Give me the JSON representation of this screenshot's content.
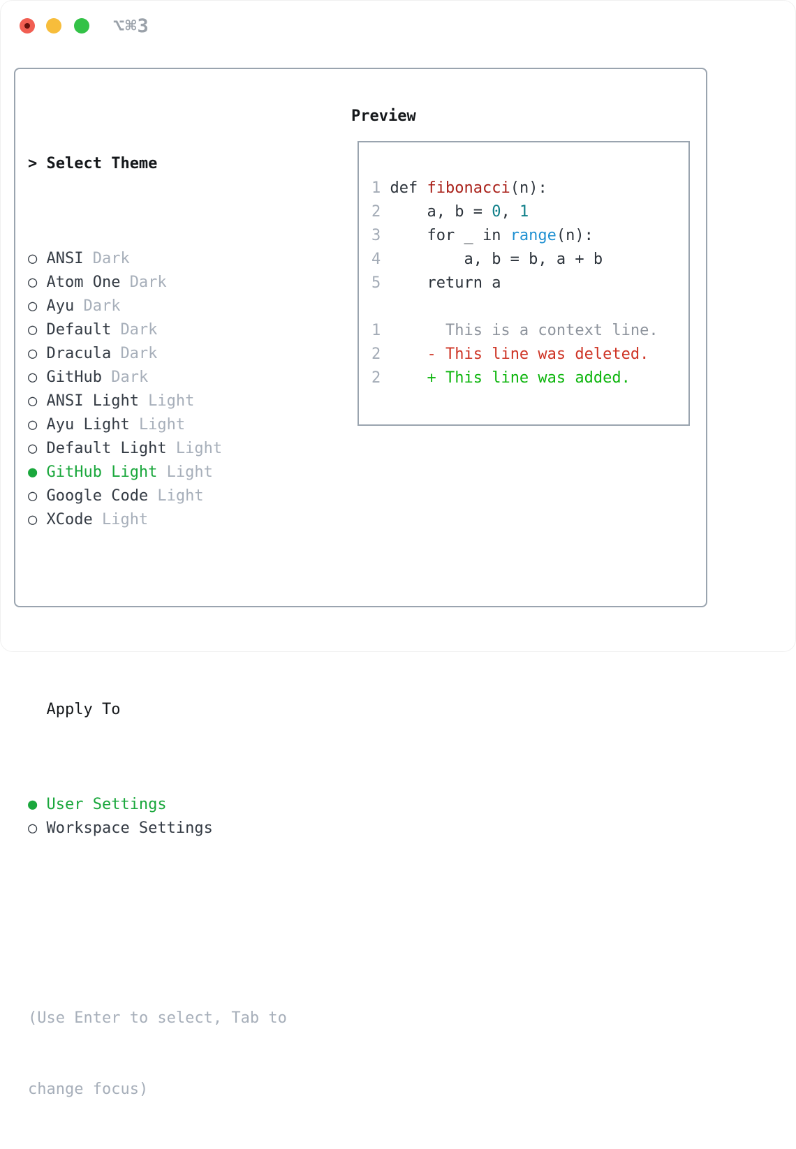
{
  "titlebar": {
    "title": "⌥⌘3"
  },
  "panel": {
    "radio_unselected": "○",
    "radio_selected": "●",
    "select_theme": {
      "cursor": ">",
      "heading": "Select Theme",
      "themes": [
        {
          "name": "ANSI",
          "variant": "Dark",
          "selected": false
        },
        {
          "name": "Atom One",
          "variant": "Dark",
          "selected": false
        },
        {
          "name": "Ayu",
          "variant": "Dark",
          "selected": false
        },
        {
          "name": "Default",
          "variant": "Dark",
          "selected": false
        },
        {
          "name": "Dracula",
          "variant": "Dark",
          "selected": false
        },
        {
          "name": "GitHub",
          "variant": "Dark",
          "selected": false
        },
        {
          "name": "ANSI Light",
          "variant": "Light",
          "selected": false
        },
        {
          "name": "Ayu Light",
          "variant": "Light",
          "selected": false
        },
        {
          "name": "Default Light",
          "variant": "Light",
          "selected": false
        },
        {
          "name": "GitHub Light",
          "variant": "Light",
          "selected": true
        },
        {
          "name": "Google Code",
          "variant": "Light",
          "selected": false
        },
        {
          "name": "XCode",
          "variant": "Light",
          "selected": false
        }
      ]
    },
    "apply_to": {
      "heading": "Apply To",
      "options": [
        {
          "name": "User Settings",
          "selected": true
        },
        {
          "name": "Workspace Settings",
          "selected": false
        }
      ]
    },
    "help": [
      "(Use Enter to select, Tab to",
      "change focus)"
    ]
  },
  "preview": {
    "heading": "Preview",
    "code_lines": [
      {
        "num": "1",
        "tokens": [
          {
            "t": " def ",
            "c": "plain"
          },
          {
            "t": "fibonacci",
            "c": "function"
          },
          {
            "t": "(n):",
            "c": "plain"
          }
        ]
      },
      {
        "num": "2",
        "tokens": [
          {
            "t": "     a, b = ",
            "c": "plain"
          },
          {
            "t": "0",
            "c": "number"
          },
          {
            "t": ", ",
            "c": "plain"
          },
          {
            "t": "1",
            "c": "number"
          }
        ]
      },
      {
        "num": "3",
        "tokens": [
          {
            "t": "     for _ in ",
            "c": "plain"
          },
          {
            "t": "range",
            "c": "builtin"
          },
          {
            "t": "(n):",
            "c": "plain"
          }
        ]
      },
      {
        "num": "4",
        "tokens": [
          {
            "t": "         a, b = b, a + b",
            "c": "plain"
          }
        ]
      },
      {
        "num": "5",
        "tokens": [
          {
            "t": "     return a",
            "c": "plain"
          }
        ]
      }
    ],
    "diff_lines": [
      {
        "num": "1",
        "tokens": [
          {
            "t": "       This is a context line.",
            "c": "context"
          }
        ]
      },
      {
        "num": "2",
        "tokens": [
          {
            "t": "     ",
            "c": "plain"
          },
          {
            "t": "- This line was deleted.",
            "c": "deleted"
          }
        ]
      },
      {
        "num": "2",
        "tokens": [
          {
            "t": "     ",
            "c": "plain"
          },
          {
            "t": "+ This line was added.",
            "c": "added"
          }
        ]
      }
    ]
  },
  "colors": {
    "selection_green": "#1aa73c",
    "added_green": "#0db50d",
    "deleted_red": "#ce3425",
    "function_red": "#a92019",
    "number_teal": "#0f7f89",
    "builtin_blue": "#2191d2",
    "dim_gray": "#a7afba",
    "text_dark": "#343b44",
    "heading_black": "#14171a",
    "border_gray": "#9aa4af"
  }
}
